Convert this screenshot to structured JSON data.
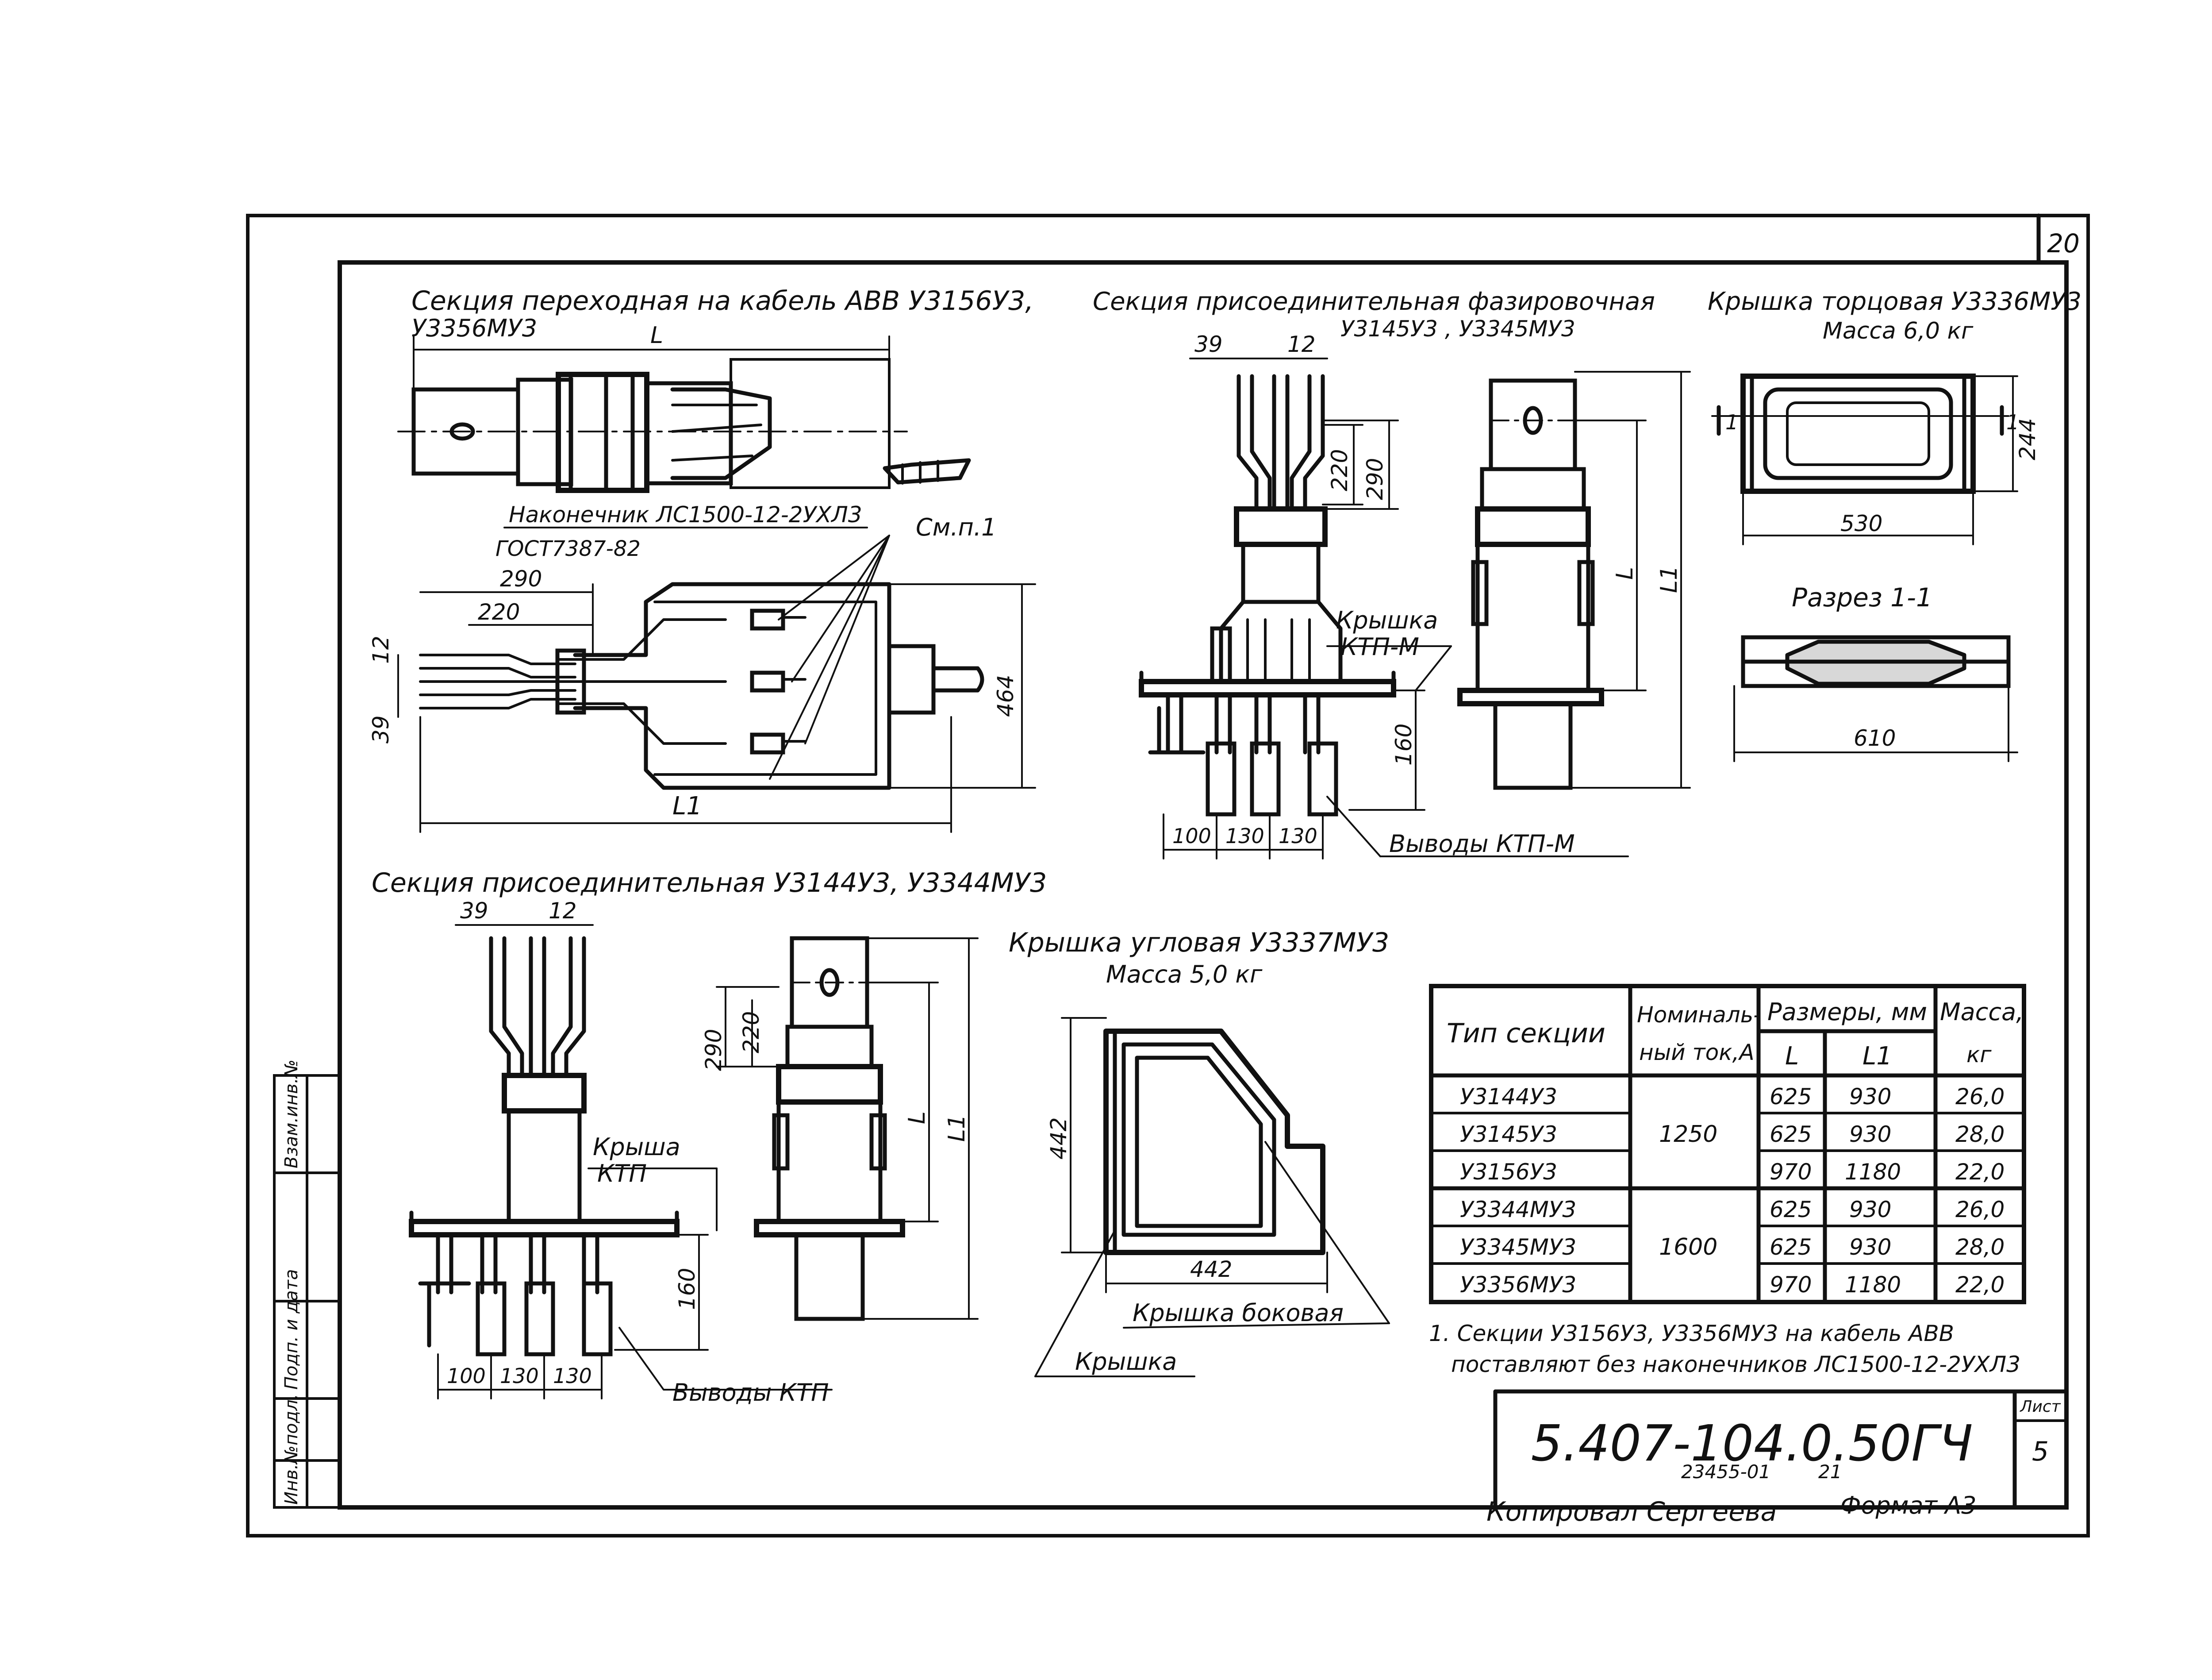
{
  "sheet": {
    "page_number": "20",
    "sheet_label": "Лист",
    "sheet_number": "5",
    "designation": "5.407-104.0.50ГЧ",
    "archive_no": "23455-01",
    "archive_page": "21",
    "copied_by": "Копировал Сергеева",
    "format": "Формат А3",
    "side_stamp": [
      "Инв.№подл.",
      "Подп. и дата",
      "Взам.инв.№"
    ]
  },
  "views": {
    "transition": {
      "title_line1": "Секция переходная на кабель АВВ У3156У3,",
      "title_line2": "У3356МУ3",
      "tip_label": "Наконечник ЛС1500-12-2УХЛ3",
      "tip_gost": "ГОСТ7387-82",
      "note_ref": "См.п.1",
      "dims": [
        "L",
        "290",
        "220",
        "12",
        "39",
        "464",
        "L1"
      ]
    },
    "phasing": {
      "title_line1": "Секция присоединительная фазировочная",
      "title_line2": "У3145У3 , У3345МУ3",
      "dims": [
        "39",
        "12",
        "220",
        "290",
        "160",
        "100",
        "130",
        "130",
        "L",
        "L1"
      ],
      "cover_label_1": "Крышка",
      "cover_label_2": "КТП-М",
      "terminals_label": "Выводы КТП-М"
    },
    "end_cover": {
      "title": "Крышка торцовая У3336МУ3",
      "mass": "Масса 6,0 кг",
      "dims": [
        "244",
        "530",
        "610"
      ],
      "section_mark": "1",
      "section_title": "Разрез 1-1"
    },
    "connecting": {
      "title": "Секция присоединительная У3144У3, У3344МУ3",
      "dims": [
        "39",
        "12",
        "220",
        "290",
        "160",
        "100",
        "130",
        "130",
        "L",
        "L1"
      ],
      "cover_label_1": "Крыша",
      "cover_label_2": "КТП",
      "terminals_label": "Выводы КТП"
    },
    "corner_cover": {
      "title": "Крышка угловая У3337МУ3",
      "mass": "Масса 5,0 кг",
      "dims": [
        "442",
        "442"
      ],
      "side_label": "Крышка боковая",
      "cover_label": "Крышка"
    }
  },
  "table": {
    "headers": {
      "type": "Тип секции",
      "current_1": "Номиналь-",
      "current_2": "ный ток,А",
      "dims": "Размеры, мм",
      "mass": "Масса,",
      "mass_unit": "кг",
      "L": "L",
      "L1": "L1"
    },
    "rows": [
      {
        "type": "У3144У3",
        "L": "625",
        "L1": "930",
        "mass": "26,0"
      },
      {
        "type": "У3145У3",
        "L": "625",
        "L1": "930",
        "mass": "28,0"
      },
      {
        "type": "У3156У3",
        "L": "970",
        "L1": "1180",
        "mass": "22,0"
      },
      {
        "type": "У3344МУ3",
        "L": "625",
        "L1": "930",
        "mass": "26,0"
      },
      {
        "type": "У3345МУ3",
        "L": "625",
        "L1": "930",
        "mass": "28,0"
      },
      {
        "type": "У3356МУ3",
        "L": "970",
        "L1": "1180",
        "mass": "22,0"
      }
    ],
    "current_groups": [
      "1250",
      "1600"
    ]
  },
  "note": {
    "line1": "1. Секции У3156У3, У3356МУ3 на кабель АВВ",
    "line2": "поставляют без наконечников ЛС1500-12-2УХЛ3"
  }
}
